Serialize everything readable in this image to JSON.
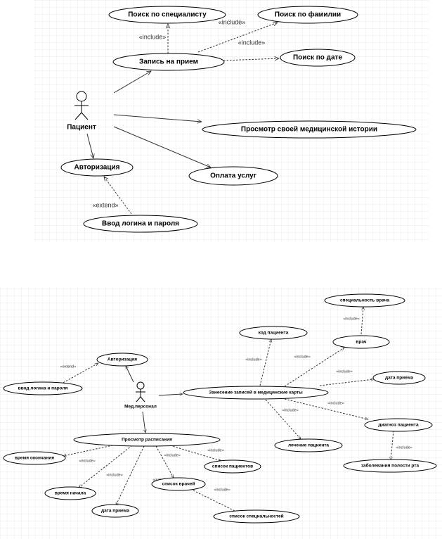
{
  "diagram1": {
    "actor": "Пациент",
    "use_cases": {
      "search_specialist": "Поиск по специалисту",
      "search_surname": "Поиск по фамилии",
      "appointment": "Запись на прием",
      "search_date": "Поиск по дате",
      "history": "Просмотр своей медицинской истории",
      "authorization": "Авторизация",
      "payment": "Оплата услуг",
      "login_input": "Ввод логина и пароля"
    },
    "stereotypes": {
      "include": "«include»",
      "extend": "«extend»"
    }
  },
  "diagram2": {
    "actor": "Мед.персонал",
    "use_cases": {
      "doctor_specialty": "специальность врача",
      "patient_code": "код пациента",
      "doctor": "врач",
      "authorization": "Авторизация",
      "login_input": "ввод логина и пароля",
      "records_entry": "Занесение записей в медицинские карты",
      "appointment_date": "дата приема",
      "patient_diagnosis": "диагноз пациента",
      "patient_treatment": "лечение пациента",
      "oral_diseases": "заболевания полости рта",
      "schedule_view": "Просмотр расписания",
      "end_time": "время окончания",
      "patients_list": "список пациентов",
      "doctors_list": "список врачей",
      "start_time": "время начала",
      "reception_date": "дата приема",
      "specialists_list": "список специальностей"
    },
    "stereotypes": {
      "include": "«include»",
      "extend": "«extend»"
    }
  }
}
